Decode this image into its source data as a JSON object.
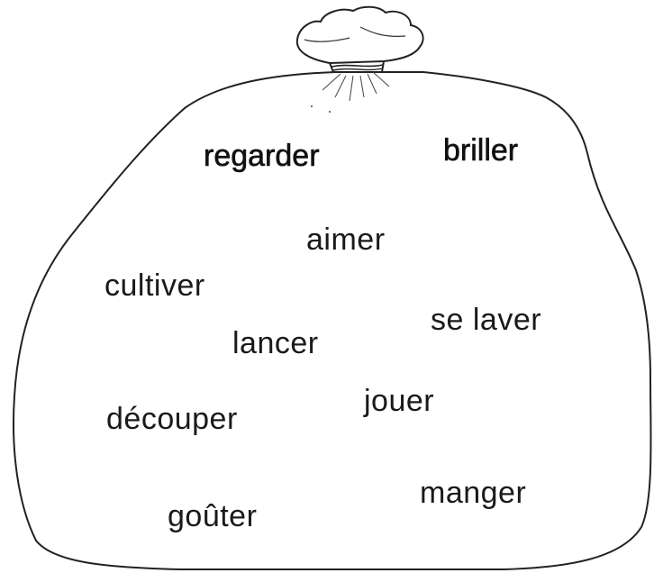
{
  "worksheet": {
    "words": [
      {
        "id": "regarder",
        "text": "regarder"
      },
      {
        "id": "briller",
        "text": "briller"
      },
      {
        "id": "aimer",
        "text": "aimer"
      },
      {
        "id": "cultiver",
        "text": "cultiver"
      },
      {
        "id": "se-laver",
        "text": "se laver"
      },
      {
        "id": "lancer",
        "text": "lancer"
      },
      {
        "id": "jouer",
        "text": "jouer"
      },
      {
        "id": "decouper",
        "text": "découper"
      },
      {
        "id": "manger",
        "text": "manger"
      },
      {
        "id": "gouter",
        "text": "goûter"
      }
    ]
  },
  "colors": {
    "ink": "#1a1a1a",
    "background": "#ffffff"
  },
  "icons": {
    "bag": "sack-icon",
    "knot": "tied-knot-icon"
  }
}
